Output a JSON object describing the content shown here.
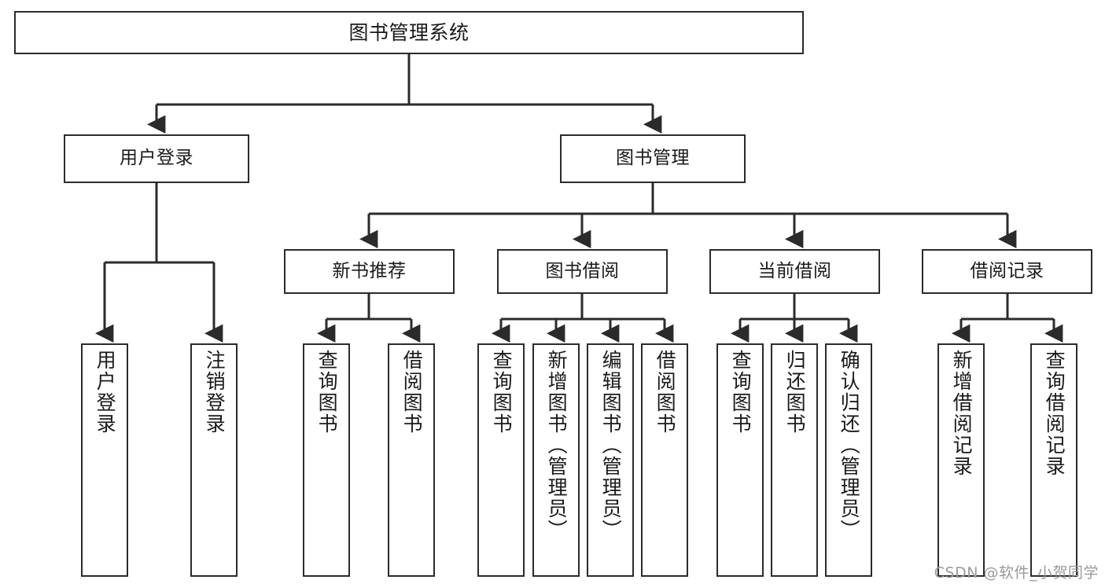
{
  "diagram": {
    "type": "tree",
    "title": "图书管理系统",
    "root": {
      "label": "图书管理系统"
    },
    "level1": [
      {
        "label": "用户登录"
      },
      {
        "label": "图书管理"
      }
    ],
    "level2": [
      {
        "label": "新书推荐"
      },
      {
        "label": "图书借阅"
      },
      {
        "label": "当前借阅"
      },
      {
        "label": "借阅记录"
      }
    ],
    "leaves": {
      "user_login": [
        {
          "label": "用户登录"
        },
        {
          "label": "注销登录"
        }
      ],
      "new_book_recommend": [
        {
          "label": "查询图书"
        },
        {
          "label": "借阅图书"
        }
      ],
      "book_borrow": [
        {
          "label": "查询图书"
        },
        {
          "label": "新增图书（管理员）"
        },
        {
          "label": "编辑图书（管理员）"
        },
        {
          "label": "借阅图书"
        }
      ],
      "current_borrow": [
        {
          "label": "查询图书"
        },
        {
          "label": "归还图书"
        },
        {
          "label": "确认归还（管理员）"
        }
      ],
      "borrow_record": [
        {
          "label": "新增借阅记录"
        },
        {
          "label": "查询借阅记录"
        }
      ]
    }
  },
  "watermark": {
    "text": "CSDN @软件_小贺同学"
  },
  "colors": {
    "stroke": "#2b2b2b",
    "fill": "#ffffff",
    "text": "#1a1a1a",
    "watermark": "#9a9a9a"
  }
}
